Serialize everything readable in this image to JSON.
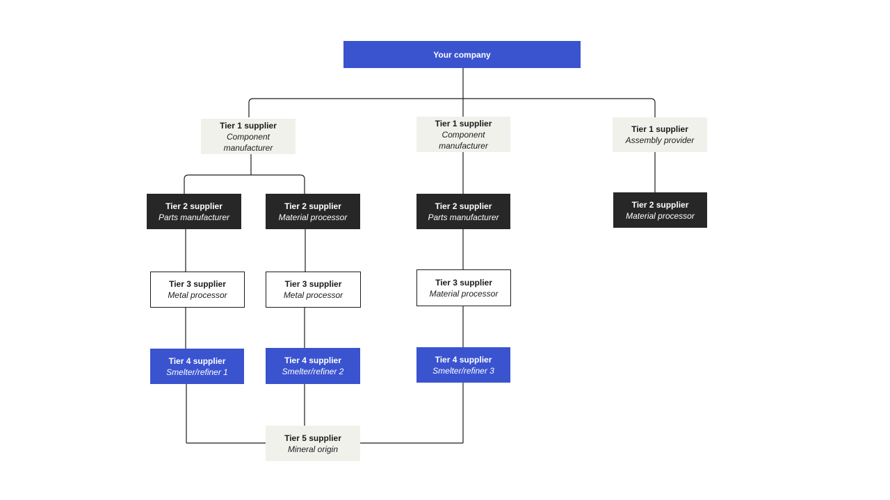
{
  "company": {
    "label": "Your company"
  },
  "tier1": [
    {
      "title": "Tier 1 supplier",
      "sub1": "Component",
      "sub2": "manufacturer"
    },
    {
      "title": "Tier 1 supplier",
      "sub1": "Component",
      "sub2": "manufacturer"
    },
    {
      "title": "Tier 1 supplier",
      "sub": "Assembly provider"
    }
  ],
  "tier2": [
    {
      "title": "Tier 2 supplier",
      "sub": "Parts manufacturer"
    },
    {
      "title": "Tier 2 supplier",
      "sub": "Material processor"
    },
    {
      "title": "Tier 2 supplier",
      "sub": "Parts manufacturer"
    },
    {
      "title": "Tier 2 supplier",
      "sub": "Material processor"
    }
  ],
  "tier3": [
    {
      "title": "Tier 3 supplier",
      "sub": "Metal processor"
    },
    {
      "title": "Tier 3 supplier",
      "sub": "Metal processor"
    },
    {
      "title": "Tier 3 supplier",
      "sub": "Material processor"
    }
  ],
  "tier4": [
    {
      "title": "Tier 4 supplier",
      "sub": "Smelter/refiner 1"
    },
    {
      "title": "Tier 4 supplier",
      "sub": "Smelter/refiner 2"
    },
    {
      "title": "Tier 4 supplier",
      "sub": "Smelter/refiner 3"
    }
  ],
  "tier5": {
    "title": "Tier 5 supplier",
    "sub": "Mineral origin"
  },
  "colors": {
    "company": "#3a53cf",
    "tier1": "#f1f1ec",
    "tier2": "#272727",
    "tier3_border": "#1a1a1a",
    "tier4": "#3a53cf",
    "tier5": "#f1f1ec"
  }
}
